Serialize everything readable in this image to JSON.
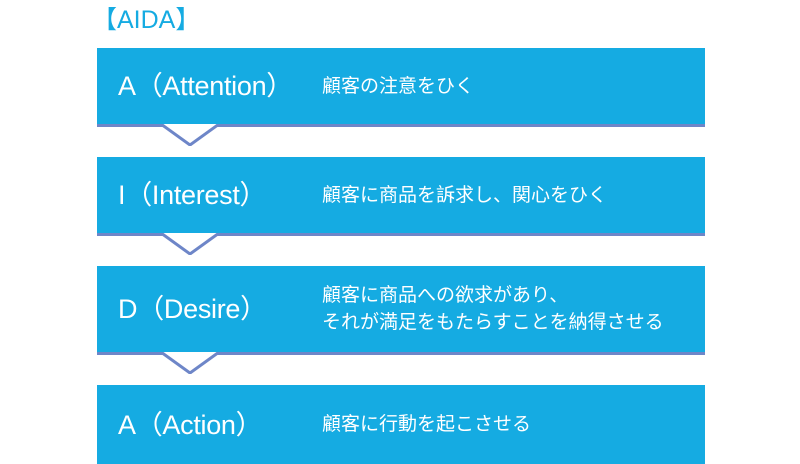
{
  "title": "【AIDA】",
  "colors": {
    "accent_blue": "#15ABE2",
    "connector": "#6E86C8",
    "text_on_bar": "#FFFFFF",
    "background": "#FFFFFF"
  },
  "stages": [
    {
      "key": "attention",
      "label": "A（Attention）",
      "description_lines": [
        "顧客の注意をひく"
      ]
    },
    {
      "key": "interest",
      "label": "I（Interest）",
      "description_lines": [
        "顧客に商品を訴求し、関心をひく"
      ]
    },
    {
      "key": "desire",
      "label": "D（Desire）",
      "description_lines": [
        "顧客に商品への欲求があり、",
        "それが満足をもたらすことを納得させる"
      ]
    },
    {
      "key": "action",
      "label": "A（Action）",
      "description_lines": [
        "顧客に行動を起こさせる"
      ]
    }
  ],
  "chart_data": {
    "type": "table",
    "title": "【AIDA】",
    "categories": [
      "A（Attention）",
      "I（Interest）",
      "D（Desire）",
      "A（Action）"
    ],
    "values": [
      "顧客の注意をひく",
      "顧客に商品を訴求し、関心をひく",
      "顧客に商品への欲求があり、それが満足をもたらすことを納得させる",
      "顧客に行動を起こさせる"
    ]
  }
}
